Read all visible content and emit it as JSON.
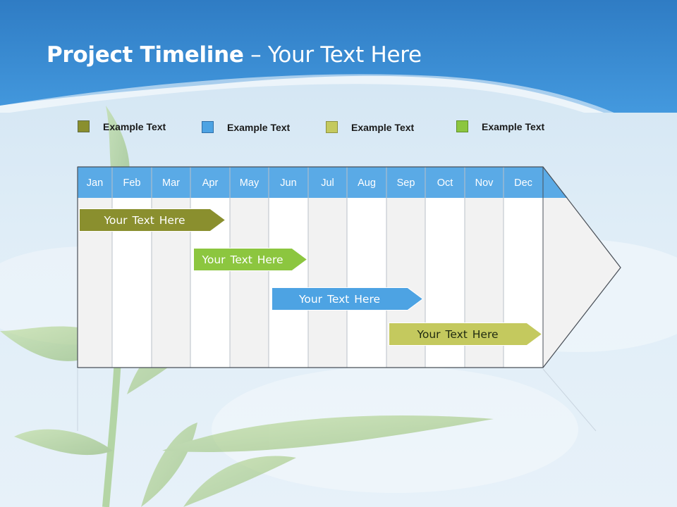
{
  "slide": {
    "title_bold": "Project Timeline",
    "title_rest": " – Your Text Here"
  },
  "legend": [
    {
      "label": "Example Text",
      "color": "#8a8f2e"
    },
    {
      "label": "Example Text",
      "color": "#4da3e3"
    },
    {
      "label": "Example Text",
      "color": "#c4c95e"
    },
    {
      "label": "Example Text",
      "color": "#8cc63f"
    }
  ],
  "months": [
    "Jan",
    "Feb",
    "Mar",
    "Apr",
    "May",
    "Jun",
    "Jul",
    "Aug",
    "Sep",
    "Oct",
    "Nov",
    "Dec"
  ],
  "tasks": [
    {
      "label": "Your  Text Here",
      "color": "#8a8f2e",
      "start_month": "Jan",
      "end_month": "Apr"
    },
    {
      "label": "Your  Text Here",
      "color": "#8cc63f",
      "start_month": "Apr",
      "end_month": "Jun"
    },
    {
      "label": "Your  Text Here",
      "color": "#4da3e3",
      "start_month": "Jun",
      "end_month": "Sep"
    },
    {
      "label": "Your  Text Here",
      "color": "#c4c95e",
      "start_month": "Sep",
      "end_month": "Dec"
    }
  ],
  "colors": {
    "header_blue": "#3a8fd8",
    "month_header": "#5aaae6",
    "col_shade": "#f2f2f2",
    "col_white": "#ffffff"
  }
}
